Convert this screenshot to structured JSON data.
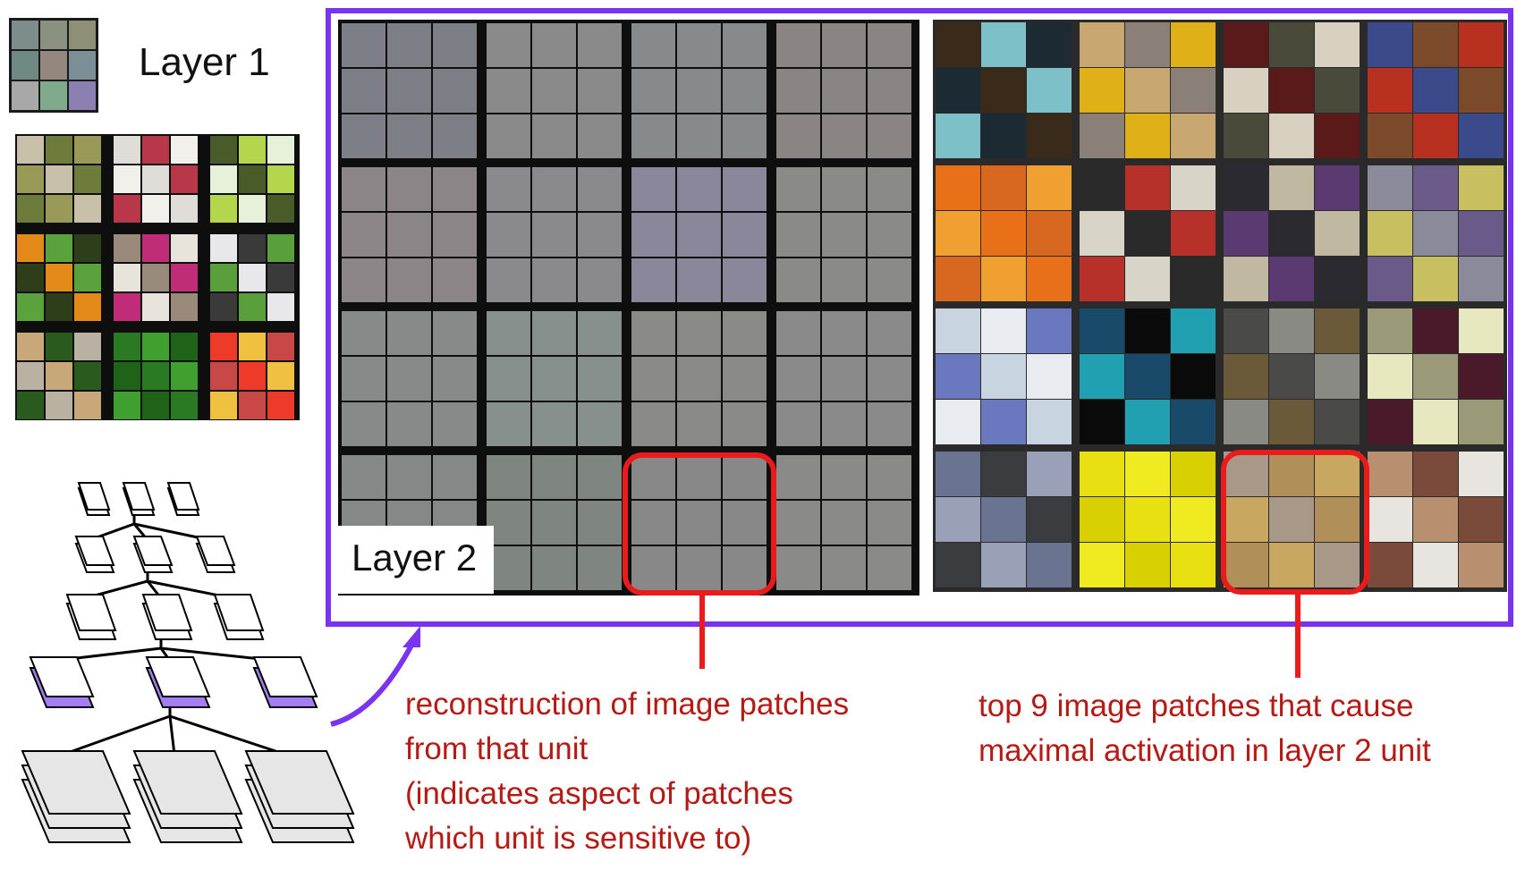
{
  "labels": {
    "layer1": "Layer 1",
    "layer2": "Layer 2"
  },
  "captions": {
    "reconstruction": "reconstruction of image patches\nfrom that unit\n(indicates aspect of patches\nwhich unit is sensitive to)",
    "top9": "top 9 image patches that cause\nmaximal activation in layer 2 unit"
  },
  "colors": {
    "frame": "#7b33f2",
    "highlight": "#ec1b1b",
    "caption": "#b51a14",
    "highlighted_layer": "#a47ef2"
  }
}
